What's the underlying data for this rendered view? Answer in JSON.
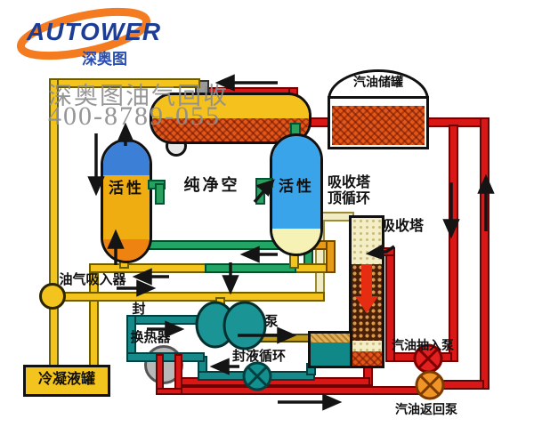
{
  "brand": {
    "name": "AUTOWER",
    "subtitle": "深奥图"
  },
  "watermark": {
    "line1": "深奥图油气回收",
    "line2": "400-8789-055"
  },
  "equipment": {
    "storage_tank": "汽油储罐",
    "carbon_bed_left": "活性",
    "carbon_bed_right": "活性",
    "clean_air": "纯净空",
    "absorber_top_line1": "吸收塔",
    "absorber_top_line2": "顶循环",
    "absorber": "吸收塔",
    "vapor_inlet_device": "油气吸入器",
    "seal": "封",
    "heat_exchanger": "换热器",
    "vacuum_pump": "真空泵",
    "seal_liquid_circulation": "封液循环",
    "condensate_tank": "冷凝液罐",
    "gasoline_intake_pump": "汽油抽入泵",
    "gasoline_return_pump": "汽油返回泵"
  },
  "colors": {
    "brand_blue": "#1d3c94",
    "brand_orange": "#f47b20",
    "pipe_red": "#d91717",
    "pipe_yellow": "#f3c41e",
    "pipe_green": "#22a566",
    "pipe_teal": "#16898b",
    "pipe_cream": "#f2ecc2",
    "watermark_gray": "#8e8e8e"
  }
}
